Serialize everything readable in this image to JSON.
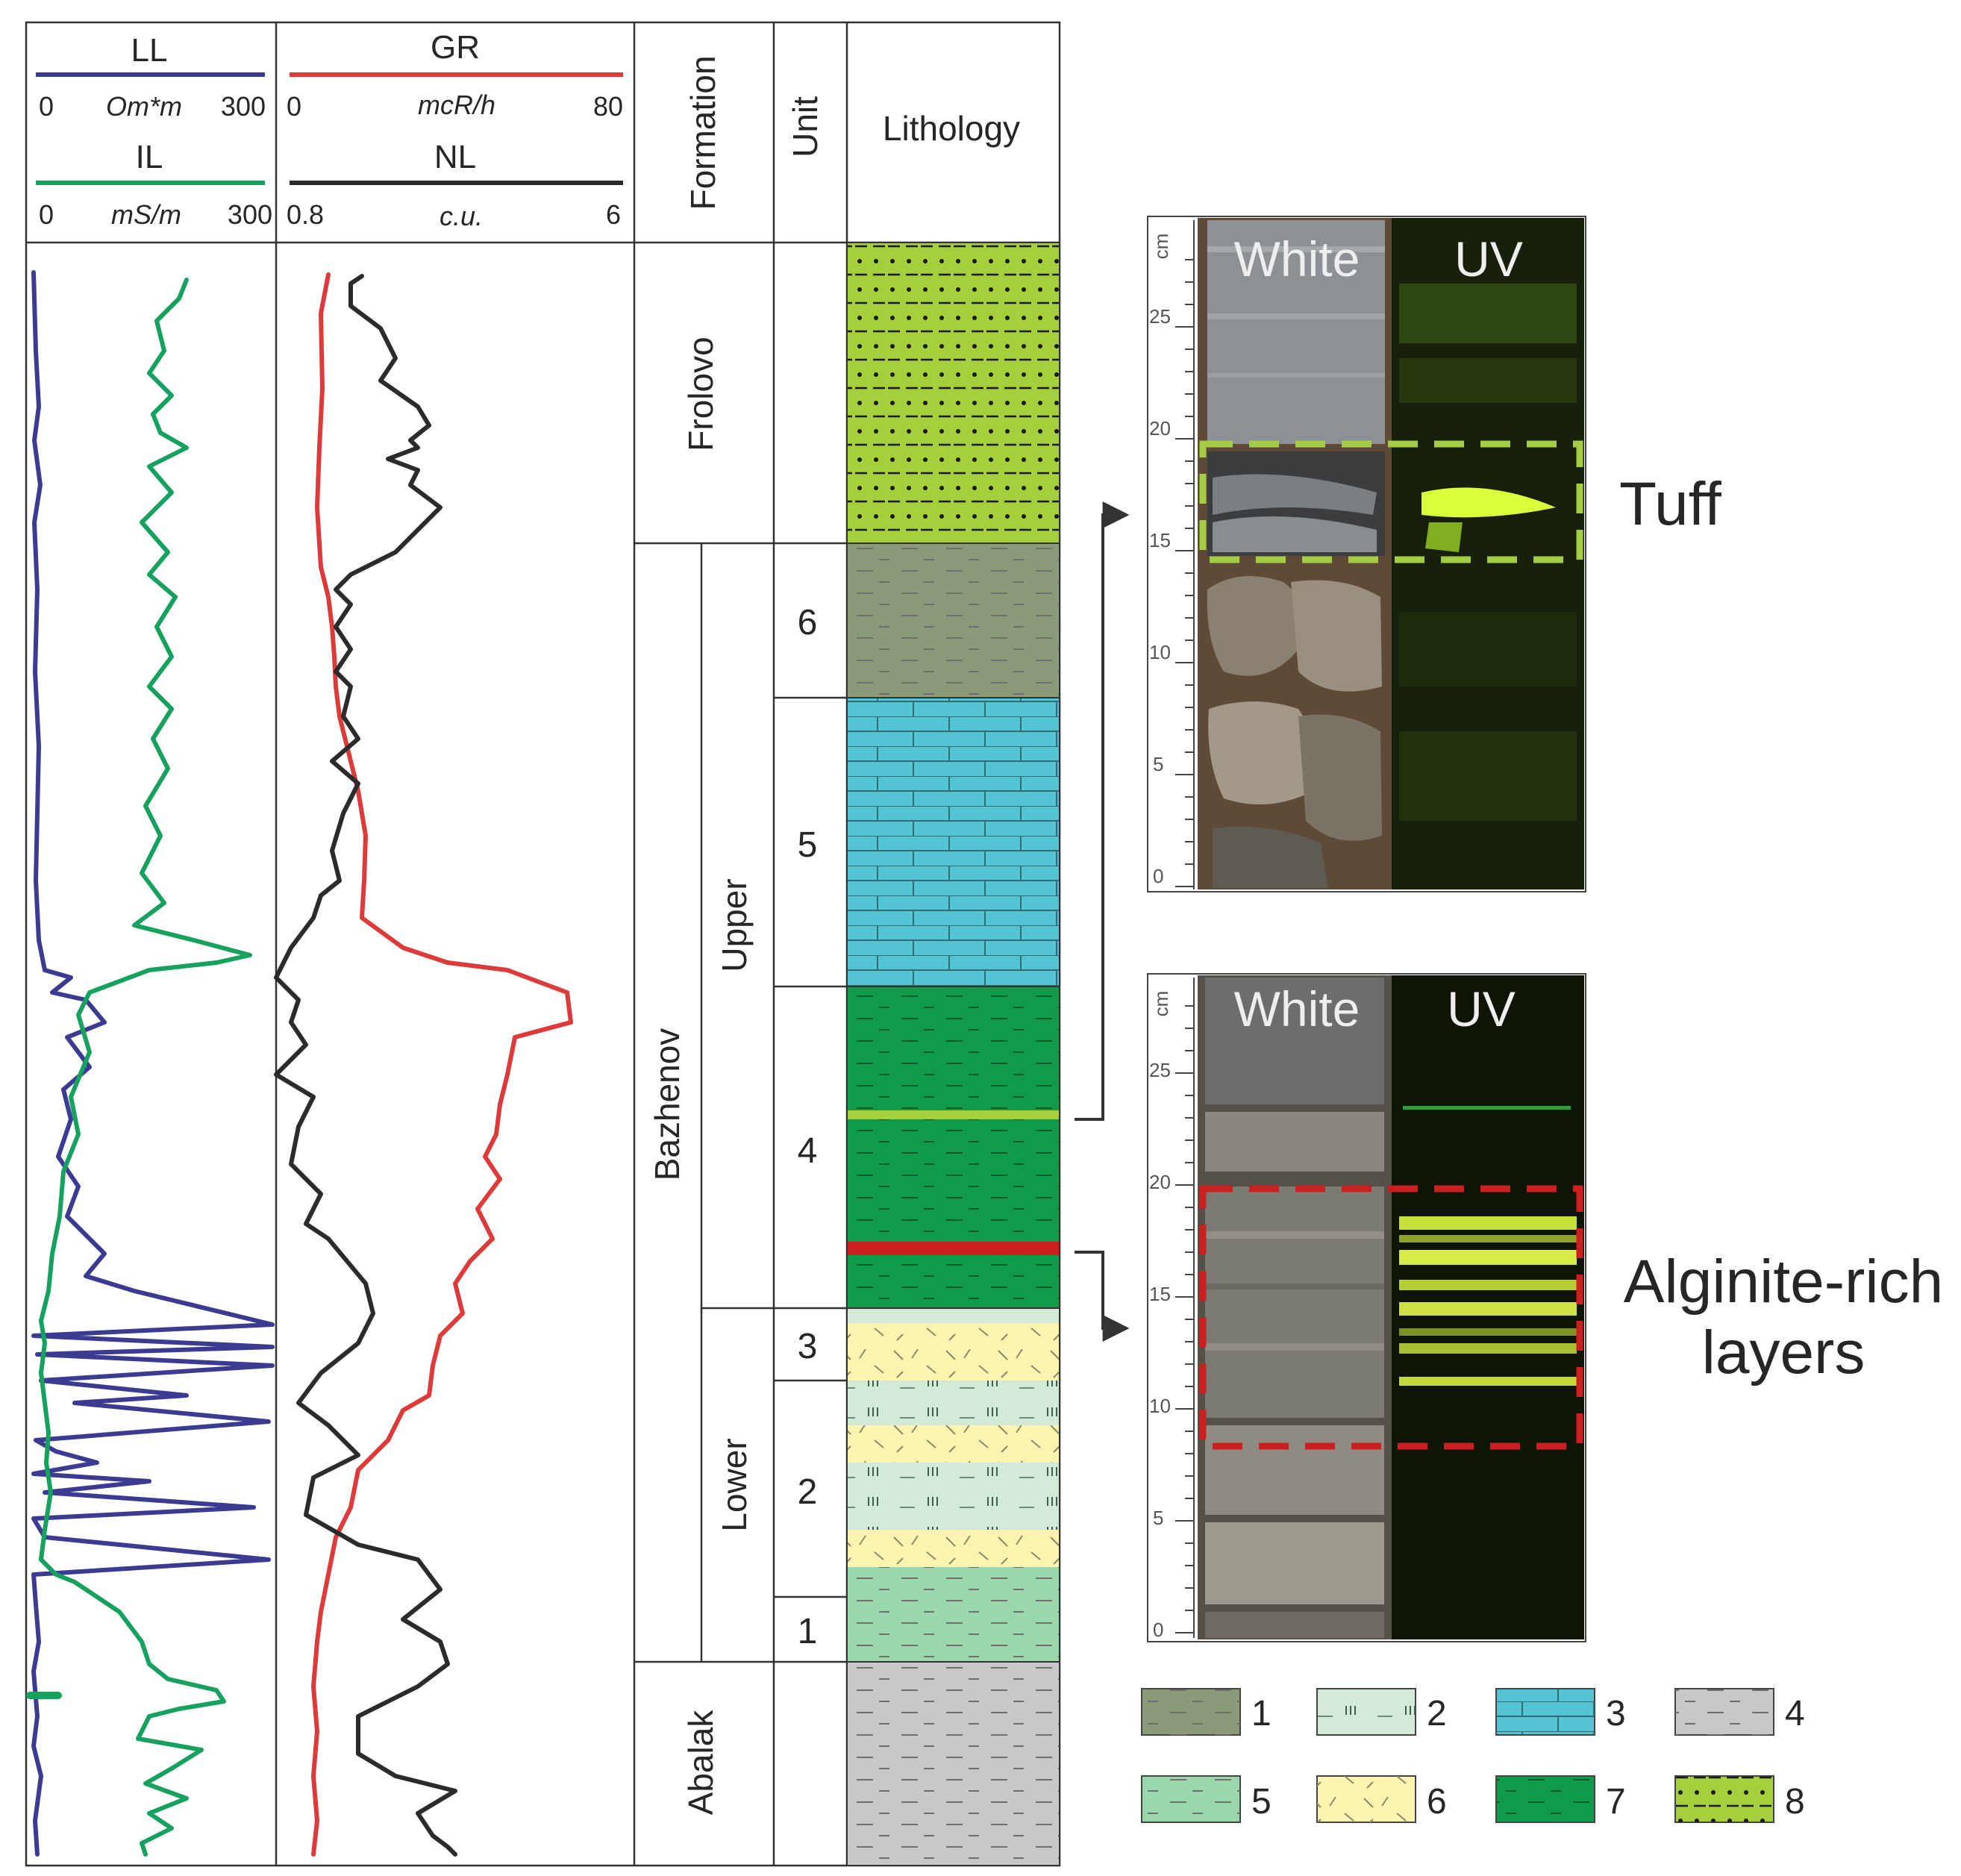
{
  "colors": {
    "LL": "#3b3b91",
    "IL": "#17a15e",
    "GR": "#dd3a3a",
    "NL": "#2b2b2b",
    "lith1": "#8b9a79",
    "lith2": "#d3ead9",
    "lith3": "#56c3d2",
    "lith4": "#c8c8cb",
    "lith5": "#9bd7ad",
    "lith6": "#fbf3b0",
    "lith7": "#109a4b",
    "lith8": "#a5cf3b",
    "tuff_box": "#a4cc44",
    "alginite_box": "#cc1f1f"
  },
  "header": {
    "ll": {
      "name": "LL",
      "min": "0",
      "unit": "Om*m",
      "max": "300"
    },
    "il": {
      "name": "IL",
      "min": "0",
      "unit": "mS/m",
      "max": "300"
    },
    "gr": {
      "name": "GR",
      "min": "0",
      "unit": "mcR/h",
      "max": "80"
    },
    "nl": {
      "name": "NL",
      "min": "0.8",
      "unit": "c.u.",
      "max": "6"
    },
    "formation": "Formation",
    "unit": "Unit",
    "lithology": "Lithology"
  },
  "formations": [
    "Frolovo",
    "Bazhenov",
    "Abalak"
  ],
  "subunits": [
    "Upper",
    "Lower"
  ],
  "units": [
    "6",
    "5",
    "4",
    "3",
    "2",
    "1"
  ],
  "photos": [
    {
      "white_label": "White",
      "uv_label": "UV",
      "scale_unit": "cm",
      "ticks": [
        "0",
        "5",
        "10",
        "15",
        "20",
        "25"
      ],
      "annotation_line1": "Tuff",
      "annotation_line2": ""
    },
    {
      "white_label": "White",
      "uv_label": "UV",
      "scale_unit": "cm",
      "ticks": [
        "0",
        "5",
        "10",
        "15",
        "20",
        "25"
      ],
      "annotation_line1": "Alginite-rich",
      "annotation_line2": "layers"
    }
  ],
  "legend": [
    "1",
    "2",
    "3",
    "4",
    "5",
    "6",
    "7",
    "8"
  ]
}
